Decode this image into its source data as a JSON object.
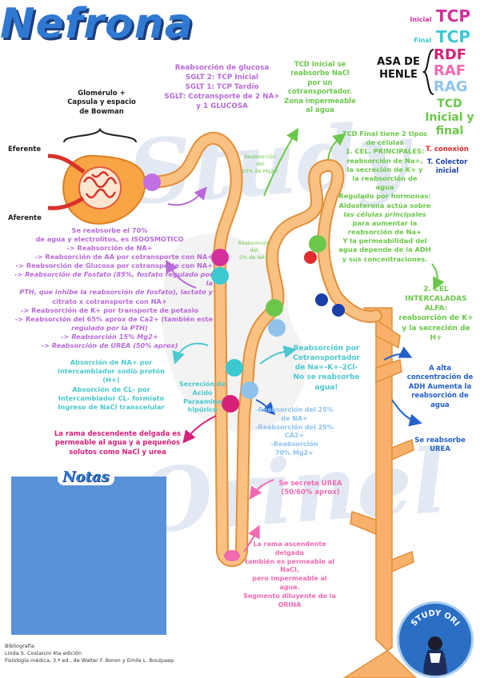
{
  "title": "Nefrona",
  "watermark": {
    "line1": "Study",
    "line2": "Orinel"
  },
  "legend": {
    "tcp_initial_prefix": "Inicial",
    "tcp_initial": "TCP",
    "tcp_final_prefix": "Final",
    "tcp_final": "TCP",
    "asa_line1": "ASA DE",
    "asa_line2": "HENLE",
    "rdf": "RDF",
    "raf": "RAF",
    "rag": "RAG",
    "tcd_line1": "TCD",
    "tcd_line2": "Inicial y",
    "tcd_line3": "final",
    "t_conexion": "T. conexión",
    "t_colector_line1": "T. Colector",
    "t_colector_line2": "inicial",
    "colors": {
      "tcp_initial": "#d52f9a",
      "tcp_final": "#3cc9d2",
      "rdf": "#d6207a",
      "raf": "#f06ab2",
      "rag": "#8fc3ee",
      "tcd": "#6bc74a",
      "conexion": "#e12d2d",
      "colector": "#1b3fa8"
    }
  },
  "labels": {
    "glomerulo": [
      "Glomérulo +",
      "Capsula y espacio",
      "de Bowman"
    ],
    "eferente": "Eferente",
    "aferente": "Aferente"
  },
  "annotations": {
    "glucose": [
      "Reabsorción de glucosa",
      "SGLT 2: TCP Inicial",
      "SGLT 1: TCP Tardío",
      "SGLT: Cotransporte de 2 NA+",
      "y 1 GLUCOSA"
    ],
    "tcd_initial": [
      "TCD Inicial se",
      "reabsorbe NaCl",
      "por un",
      "cotransportador.",
      "Zona impermeable",
      "al agua"
    ],
    "mg10": [
      "Reabsorción",
      "del",
      "10% de Mg2+"
    ],
    "mg5": [
      "Reabsorción",
      "del",
      "5% de NA+"
    ],
    "tcd_final": [
      "TCD Final tiene 2 tipos",
      "de células",
      "1.   CEL. PRINCIPALES:",
      "reabsorción de Na+,",
      "la secreción de K+ y",
      "la reabsorción de",
      "agua",
      "Regulado por hormonas:",
      "Aldosterona actúa sobre",
      "las células principales",
      "para aumentar la",
      "reabsorción de Na+",
      "Y la permeabilidad del",
      "agua depende de la ADH",
      "y sus concentraciones."
    ],
    "intercaladas": [
      "2. CEL",
      "INTERCALADAS",
      "ALFA:",
      "reabsorción de K+",
      "y la secreción de",
      "H+"
    ],
    "adh": [
      "A alta",
      "concentración de",
      "ADH Aumenta la",
      "reabsorción de",
      "agua"
    ],
    "urea_reabs": [
      "Se reabsorbe",
      "UREA"
    ],
    "tcp_block": [
      "Se reabsorbe el 70%",
      "de agua y electrolitos, es ISOOSMOTICO",
      "-> Reabsorción de NA+",
      "-> Reabsorción de AA por cotransporte con NA+",
      "-> Reabsorción de Glucosa por cotransporte con NA+",
      "-> Reabsorción de Fosfato (85%, fosfato regulado por la",
      "PTH, que inhibe la reabsorción de fosfato), lactato y",
      "citrato  x cotransporte con NA+",
      "-> Reabsorción de K+ por transporte de potasio",
      "-> Reabsorción del 65% aprox de Ca2+ (también este",
      "regulado por la PTH)",
      "-> Reabsorción 15% Mg2+",
      "-> Reabsorción de UREA (50% aprox)"
    ],
    "tcp_final_block": [
      "Absorción de NA+ por",
      "intercambiador sodio protón (H+)",
      "Absorción de CL- por",
      "Intercambiador CL- formiato",
      "Ingreso de NaCl transcelular"
    ],
    "acid": [
      "Secreción de",
      "Acido",
      "Paraamino",
      "hipúrico"
    ],
    "nkcc": [
      "Reabsorción por",
      "Cotransportador",
      "de Na+-K+-2Cl-",
      "No se reabsorbe",
      "agua!"
    ],
    "thick": [
      "-Reabsorción del 25%",
      "de NA+",
      "-Reabsorción del 25%",
      "CA2+",
      "-Reabsorción",
      "70% Mg2+"
    ],
    "rdf_note": [
      "La rama descendente delgada es",
      "permeable al agua y a pequeños",
      "solutos como NaCl y urea"
    ],
    "urea_secreted": [
      "Se secreta UREA",
      "(50/60% aprox)"
    ],
    "raf_note": [
      "La rama ascendente delgada",
      "también es permeable al NaCl,",
      "pero impermeable al agua.",
      "Segmento diluyente de la",
      "ORINA"
    ]
  },
  "notes_title": "Notas",
  "bibliography": [
    "Bibliografía",
    "Linda S. Costanzo 4ta edición",
    "Fisiología médica, 3.ª ed., de Walter F. Boron y Emile L. Boulpaep"
  ],
  "logo": {
    "text": "STUDY ORI"
  }
}
